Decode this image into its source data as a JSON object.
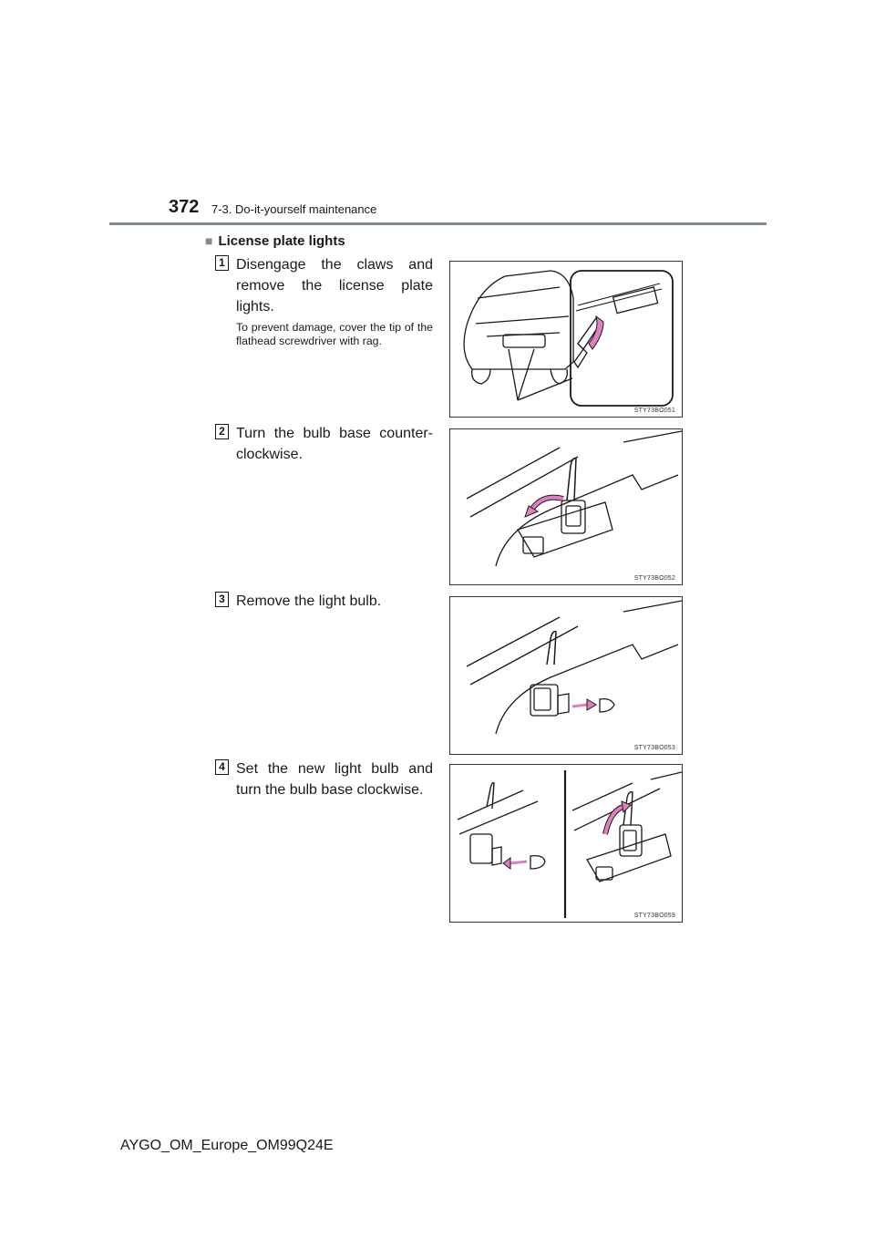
{
  "header": {
    "page_number": "372",
    "section": "7-3. Do-it-yourself maintenance"
  },
  "heading": {
    "marker": "■",
    "title": "License plate lights"
  },
  "steps": [
    {
      "number": "1",
      "text": "Disengage the claws and remove the license plate lights.",
      "note": "To prevent damage, cover the tip of the flathead screwdriver with rag.",
      "figure_code": "STY73BO051"
    },
    {
      "number": "2",
      "text": "Turn the bulb base counter-clockwise.",
      "figure_code": "STY73BO052"
    },
    {
      "number": "3",
      "text": "Remove the light bulb.",
      "figure_code": "STY73BO053"
    },
    {
      "number": "4",
      "text": "Set the new light bulb and turn the bulb base clockwise.",
      "figure_code": "STY73BO059"
    }
  ],
  "footer": {
    "doc_id": "AYGO_OM_Europe_OM99Q24E"
  },
  "colors": {
    "accent": "#7e8c8d",
    "arrow": "#e07fbf",
    "arrow_light": "#ecaad7"
  }
}
